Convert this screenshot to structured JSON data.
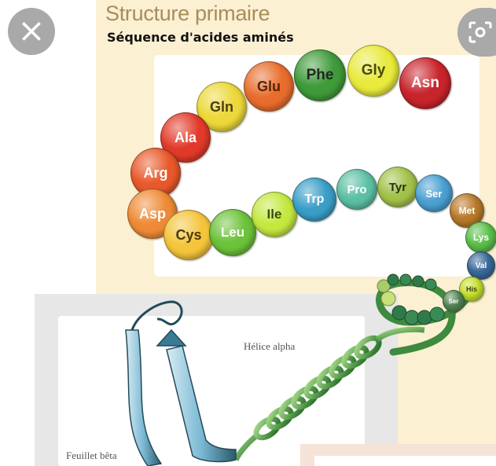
{
  "viewer": {
    "close_symbol": "×",
    "close_icon": "close-icon",
    "lens_icon": "visual-search-icon"
  },
  "figure": {
    "title": "Structure primaire",
    "subtitle": "Séquence d'acides aminés",
    "helix_label": "Hélice alpha",
    "sheet_label": "Feuillet bêta"
  },
  "amino_acids": [
    {
      "label": "Phe",
      "color": "#3f9a3a",
      "text_color": "#1e2a1e"
    },
    {
      "label": "Gly",
      "color": "#e8ea3c",
      "text_color": "#4a4a10"
    },
    {
      "label": "Asn",
      "color": "#c8242b",
      "text_color": "#ffffff"
    },
    {
      "label": "Glu",
      "color": "#e86d2d",
      "text_color": "#5a2408"
    },
    {
      "label": "Gln",
      "color": "#ecd83a",
      "text_color": "#4a4010"
    },
    {
      "label": "Ala",
      "color": "#e23a2a",
      "text_color": "#ffffff"
    },
    {
      "label": "Arg",
      "color": "#e8582a",
      "text_color": "#ffffff"
    },
    {
      "label": "Asp",
      "color": "#ee8a35",
      "text_color": "#ffffff"
    },
    {
      "label": "Cys",
      "color": "#f4c43a",
      "text_color": "#4a3a10"
    },
    {
      "label": "Leu",
      "color": "#6cc23a",
      "text_color": "#ffffff"
    },
    {
      "label": "Ile",
      "color": "#c4e840",
      "text_color": "#3a4a10"
    },
    {
      "label": "Trp",
      "color": "#3a9ec8",
      "text_color": "#ffffff"
    },
    {
      "label": "Pro",
      "color": "#5cc0a4",
      "text_color": "#ffffff"
    },
    {
      "label": "Tyr",
      "color": "#a2c24a",
      "text_color": "#2a3210"
    },
    {
      "label": "Ser",
      "color": "#4aa0d2",
      "text_color": "#ffffff"
    },
    {
      "label": "Met",
      "color": "#b87a2a",
      "text_color": "#ffffff"
    },
    {
      "label": "Lys",
      "color": "#5cc04a",
      "text_color": "#ffffff"
    },
    {
      "label": "Val",
      "color": "#3a6a9a",
      "text_color": "#ffffff"
    },
    {
      "label": "His",
      "color": "#c8e230",
      "text_color": "#3a4010"
    },
    {
      "label": "Ser",
      "color": "#5a8a5a",
      "text_color": "#ffffff"
    }
  ]
}
